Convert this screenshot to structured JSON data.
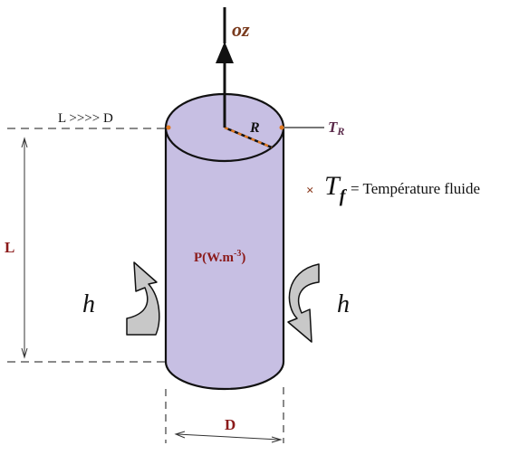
{
  "labels": {
    "axis": "oz",
    "radius": "R",
    "tr_main": "T",
    "tr_sub": "R",
    "ratio": "L >>>> D",
    "marker": "×",
    "tf_main": "T",
    "tf_sub": "f",
    "tf_text": "= Température fluide",
    "power": "P(W.m",
    "power_exp": "-3",
    "power_close": ")",
    "length": "L",
    "h_left": "h",
    "h_right": "h",
    "diameter": "D"
  },
  "colors": {
    "cylinder_fill": "#c7bfe3",
    "cylinder_stroke": "#111111",
    "dashed_gray": "#8a8a8a",
    "dark_red": "#8b1a1a",
    "brown": "#7a3b1e",
    "orange_dots": "#e07820",
    "arrow_gray": "#c8c8c8",
    "tf_marker": "#8b3a1e"
  },
  "icons": {
    "axis_arrow": "arrow-up-icon",
    "left_flux": "curved-arrow-left-icon",
    "right_flux": "curved-arrow-right-icon"
  }
}
